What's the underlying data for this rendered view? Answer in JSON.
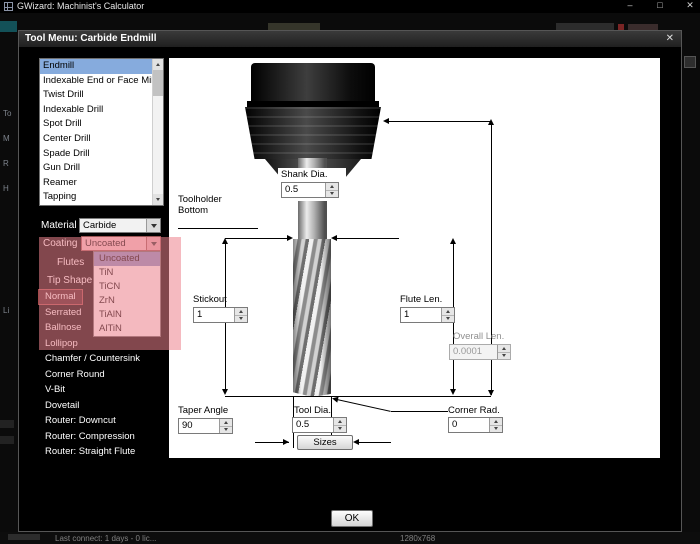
{
  "window": {
    "title": "GWizard: Machinist's Calculator",
    "controls": {
      "minimize": "–",
      "maximize": "□",
      "close": "✕"
    }
  },
  "background": {
    "sidebar_fragments": [
      "To",
      "M",
      "R",
      "H",
      "Li"
    ],
    "status_center": "Last connect: 1 days - 0 lic...",
    "status_right": "1280x768"
  },
  "modal": {
    "title": "Tool Menu: Carbide Endmill",
    "close_label": "✕",
    "tool_list": [
      "Endmill",
      "Indexable End or Face Mill",
      "Twist Drill",
      "Indexable Drill",
      "Spot Drill",
      "Center Drill",
      "Spade Drill",
      "Gun Drill",
      "Reamer",
      "Tapping"
    ],
    "material_label": "Material",
    "material_value": "Carbide",
    "coating_label": "Coating",
    "coating_value": "Uncoated",
    "coating_options": [
      "Uncoated",
      "TiN",
      "TiCN",
      "ZrN",
      "TiAlN",
      "AlTiN"
    ],
    "flutes_label": "Flutes",
    "tip_shape_label": "Tip Shape",
    "tip_shapes": [
      "Normal",
      "Serrated",
      "Ballnose",
      "Lollipop",
      "Chamfer / Countersink",
      "Corner Round",
      "V-Bit",
      "Dovetail",
      "Router: Downcut",
      "Router: Compression",
      "Router: Straight Flute"
    ],
    "diagram": {
      "shank_dia_label": "Shank Dia.",
      "shank_dia_value": "0.5",
      "toolholder_bottom_line1": "Toolholder",
      "toolholder_bottom_line2": "Bottom",
      "stickout_label": "Stickout",
      "stickout_value": "1",
      "flute_len_label": "Flute Len.",
      "flute_len_value": "1",
      "overall_len_label": "Overall Len.",
      "overall_len_value": "0.0001",
      "taper_angle_label": "Taper Angle",
      "taper_angle_value": "90",
      "tool_dia_label": "Tool Dia.",
      "tool_dia_value": "0.5",
      "sizes_button": "Sizes",
      "corner_rad_label": "Corner Rad.",
      "corner_rad_value": "0"
    },
    "ok_button": "OK"
  },
  "colors": {
    "selection_blue": "#86abdd",
    "highlight_pink": "#ec828c",
    "option_selected": "#8495c8"
  }
}
